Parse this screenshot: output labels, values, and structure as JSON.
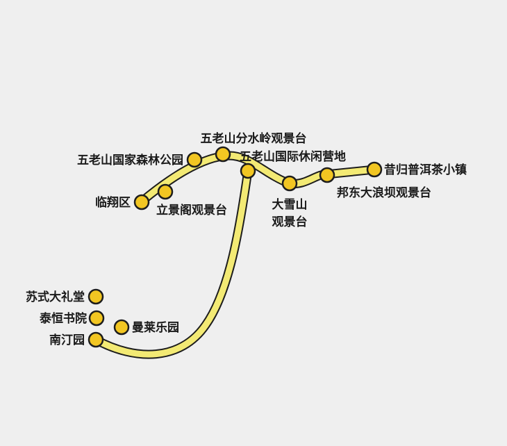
{
  "map": {
    "colors": {
      "background": "#efefef",
      "route_fill": "#f3ea74",
      "route_outline": "#1d1d1d",
      "stop_fill": "#f2c622"
    },
    "stops": [
      {
        "name": "五老山分水岭观景台"
      },
      {
        "name": "五老山国家森林公园"
      },
      {
        "name": "五老山国际休闲营地"
      },
      {
        "name": "昔归普洱茶小镇"
      },
      {
        "name": "临翔区"
      },
      {
        "name": "立景阁观景台"
      },
      {
        "name": "大雪山"
      },
      {
        "name": "观景台"
      },
      {
        "name": "邦东大浪坝观景台"
      },
      {
        "name": "苏式大礼堂"
      },
      {
        "name": "泰恒书院"
      },
      {
        "name": "曼莱乐园"
      },
      {
        "name": "南汀园"
      }
    ]
  }
}
